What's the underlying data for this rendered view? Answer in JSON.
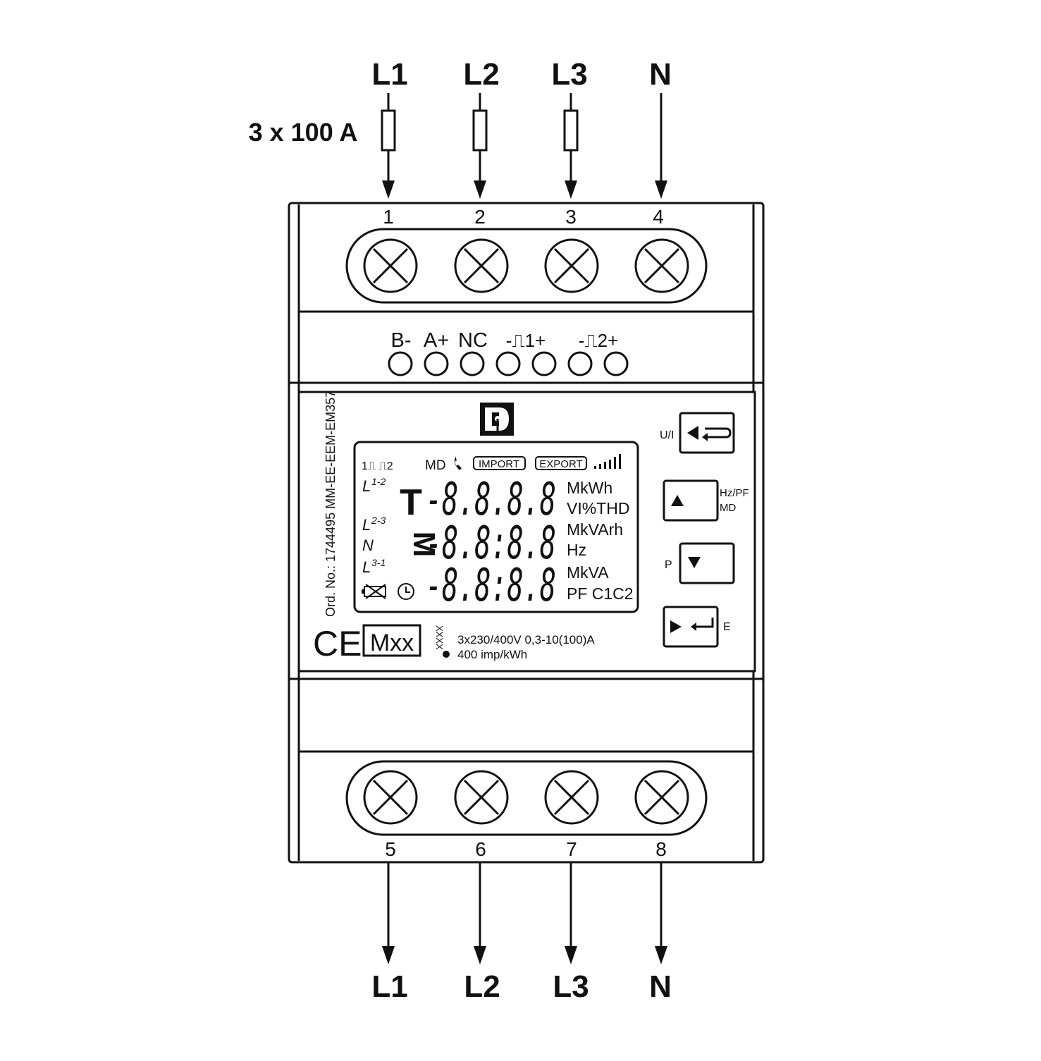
{
  "supply": {
    "top_labels": [
      "L1",
      "L2",
      "L3",
      "N"
    ],
    "fuse_label": "3 x 100 A",
    "bottom_labels": [
      "L1",
      "L2",
      "L3",
      "N"
    ]
  },
  "terminals": {
    "top_numbers": [
      "1",
      "2",
      "3",
      "4"
    ],
    "bottom_numbers": [
      "5",
      "6",
      "7",
      "8"
    ]
  },
  "comm_terminals": {
    "labels": [
      "B-",
      "A+",
      "NC",
      "-⎍1+",
      "-⎍2+"
    ]
  },
  "device": {
    "order_number": "Ord. No.: 1744495 MM-EE-EEM-EM357",
    "rating_line1": "3x230/400V 0,3-10(100)A",
    "rating_line2": "400 imp/kWh",
    "ce_mark": "CE",
    "metrology_mark": "Mxx",
    "year_code": "XXXX"
  },
  "lcd": {
    "pulse_indicator": "1⎍ ⎍2",
    "md": "MD",
    "import": "IMPORT",
    "export": "EXPORT",
    "phase_l12": "L",
    "phase_l12_sup": "1-2",
    "phase_l23": "L",
    "phase_l23_sup": "2-3",
    "phase_n": "N",
    "phase_l31": "L",
    "phase_l31_sup": "3-1",
    "tariff_t": "T",
    "tariff_m": "M",
    "row1_digits": "-8.8.8.8",
    "row2_digits": "-8.8:8.8",
    "row3_digits": "-8.8:8.8",
    "unit_row1a": "MkWh",
    "unit_row1b": "VI%THD",
    "unit_row2a": "MkVArh",
    "unit_row2b": "Hz",
    "unit_row3a": "MkVA",
    "unit_row3b": "PF C1C2"
  },
  "buttons": {
    "ui_label": "U/I",
    "hzpf_label": "Hz/PF",
    "md_label": "MD",
    "p_label": "P",
    "e_label": "E"
  }
}
